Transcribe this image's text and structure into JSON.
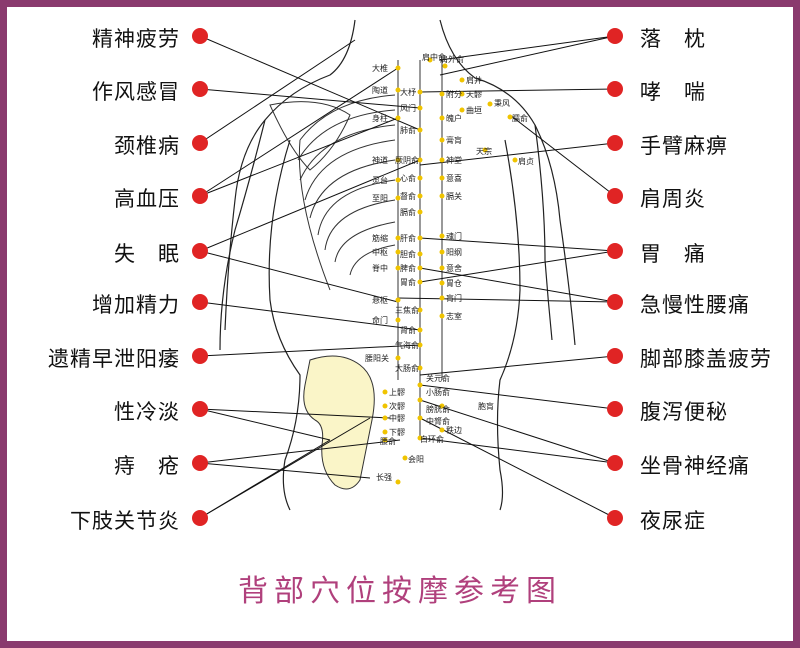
{
  "title": "背部穴位按摩参考图",
  "colors": {
    "border": "#8a3a6e",
    "title": "#b0407c",
    "dot": "#e02424",
    "point": "#f0c400",
    "pelvis": "#faf5c8"
  },
  "left_labels": [
    "精神疲劳",
    "作风感冒",
    "颈椎病",
    "高血压",
    "失　眠",
    "增加精力",
    "遗精早泄阳痿",
    "性冷淡",
    "痔　疮",
    "下肢关节炎"
  ],
  "right_labels": [
    "落　枕",
    "哮　喘",
    "手臂麻痹",
    "肩周炎",
    "胃　痛",
    "急慢性腰痛",
    "脚部膝盖疲劳",
    "腹泻便秘",
    "坐骨神经痛",
    "夜尿症"
  ],
  "points": {
    "left_column": [
      "大椎",
      "陶道",
      "身柱",
      "神道",
      "灵台",
      "至阳",
      "筋缩",
      "中枢",
      "脊中",
      "悬枢",
      "命门",
      "腰阳关"
    ],
    "inner_column": [
      "大杼",
      "风门",
      "肺俞",
      "厥阴俞",
      "心俞",
      "督俞",
      "膈俞",
      "肝俞",
      "胆俞",
      "脾俞",
      "胃俞",
      "三焦俞",
      "肾俞",
      "气海俞",
      "大肠俞",
      "关元俞",
      "小肠俞",
      "膀胱俞",
      "中膂俞",
      "白环俞"
    ],
    "outer_column": [
      "附分",
      "魄户",
      "膏肓",
      "神堂",
      "意喜",
      "膈关",
      "魂门",
      "阳纲",
      "意舍",
      "胃仓",
      "肓门",
      "志室",
      "胞肓",
      "秩边"
    ],
    "shoulder": [
      "肩中俞",
      "肩外俞",
      "肩井",
      "天髎",
      "曲垣",
      "秉风",
      "臑俞",
      "天宗",
      "肩贞"
    ],
    "sacral": [
      "上髎",
      "次髎",
      "中髎",
      "下髎",
      "会阳",
      "长强",
      "腰俞"
    ]
  }
}
